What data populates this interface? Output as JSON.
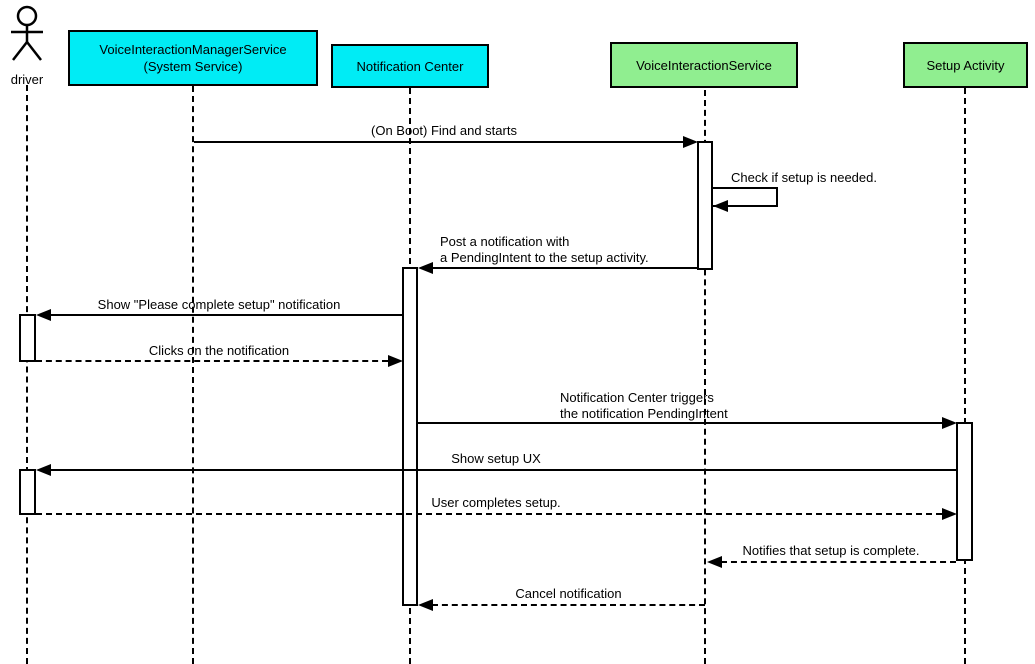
{
  "diagram_type": "uml-sequence-diagram",
  "colors": {
    "system_participant_fill": "#00ECF5",
    "app_participant_fill": "#90EE90",
    "line_color": "#000000",
    "text_color": "#000000",
    "background": "#FFFFFF"
  },
  "participants": [
    {
      "id": "driver",
      "kind": "actor",
      "label": "driver"
    },
    {
      "id": "voice-interaction-manager-service",
      "kind": "box",
      "fill": "#00ECF5",
      "label": "VoiceInteractionManagerService",
      "sublabel": "(System Service)"
    },
    {
      "id": "notification-center",
      "kind": "box",
      "fill": "#00ECF5",
      "label": "Notification Center"
    },
    {
      "id": "voice-interaction-service",
      "kind": "box",
      "fill": "#90EE90",
      "label": "VoiceInteractionService"
    },
    {
      "id": "setup-activity",
      "kind": "box",
      "fill": "#90EE90",
      "label": "Setup Activity"
    }
  ],
  "messages": [
    {
      "from": "voice-interaction-manager-service",
      "to": "voice-interaction-service",
      "style": "solid",
      "line1": "(On Boot) Find and starts"
    },
    {
      "from": "voice-interaction-service",
      "to": "voice-interaction-service",
      "style": "solid-self",
      "line1": "Check if setup is needed."
    },
    {
      "from": "voice-interaction-service",
      "to": "notification-center",
      "style": "solid",
      "line1": "Post a notification with",
      "line2": "a PendingIntent to the setup activity."
    },
    {
      "from": "notification-center",
      "to": "driver",
      "style": "solid",
      "line1": "Show \"Please complete setup\" notification"
    },
    {
      "from": "driver",
      "to": "notification-center",
      "style": "dashed",
      "line1": "Clicks on the notification"
    },
    {
      "from": "notification-center",
      "to": "setup-activity",
      "style": "solid",
      "line1": "Notification Center triggers",
      "line2": "the notification PendingIntent"
    },
    {
      "from": "setup-activity",
      "to": "driver",
      "style": "solid",
      "line1": "Show setup UX"
    },
    {
      "from": "driver",
      "to": "setup-activity",
      "style": "dashed",
      "line1": "User completes setup."
    },
    {
      "from": "setup-activity",
      "to": "voice-interaction-service",
      "style": "dashed",
      "line1": "Notifies that setup is complete."
    },
    {
      "from": "voice-interaction-service",
      "to": "notification-center",
      "style": "dashed",
      "line1": "Cancel notification"
    }
  ]
}
